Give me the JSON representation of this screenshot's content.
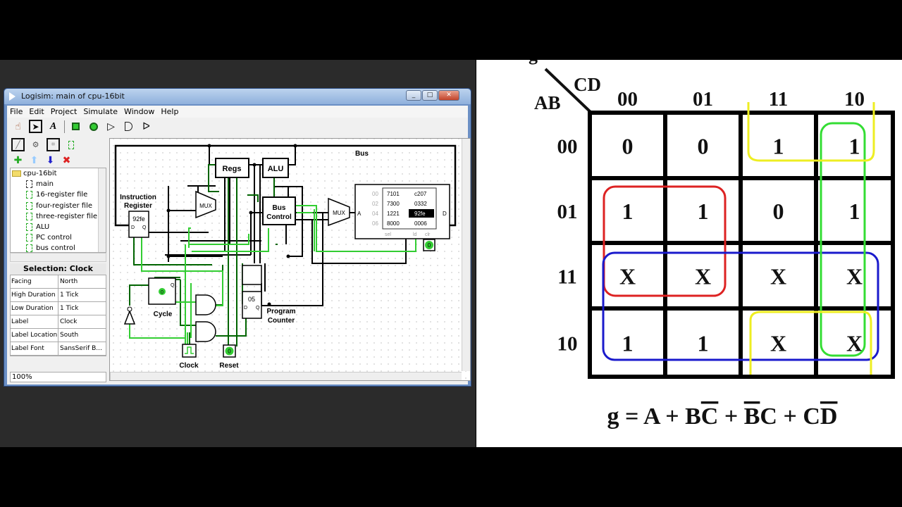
{
  "window": {
    "title": "Logisim: main of cpu-16bit",
    "controls": [
      "_",
      "□",
      "✕"
    ],
    "menu": [
      "File",
      "Edit",
      "Project",
      "Simulate",
      "Window",
      "Help"
    ]
  },
  "explorer": {
    "root": "cpu-16bit",
    "items": [
      "main",
      "16-register file",
      "four-register file",
      "three-register file",
      "ALU",
      "PC control",
      "bus control"
    ]
  },
  "selection": {
    "header": "Selection: Clock",
    "attributes": [
      {
        "key": "Facing",
        "value": "North"
      },
      {
        "key": "High Duration",
        "value": "1 Tick"
      },
      {
        "key": "Low Duration",
        "value": "1 Tick"
      },
      {
        "key": "Label",
        "value": "Clock"
      },
      {
        "key": "Label Location",
        "value": "South"
      },
      {
        "key": "Label Font",
        "value": "SansSerif B..."
      }
    ]
  },
  "zoom": "100%",
  "circuit": {
    "bus_label": "Bus",
    "regs": "Regs",
    "alu": "ALU",
    "mux": "MUX",
    "bus_control": [
      "Bus",
      "Control"
    ],
    "instruction_register": [
      "Instruction",
      "Register"
    ],
    "ir_value": "92fe",
    "cycle_label": "Cycle",
    "cycle_value": "0",
    "pc_label": [
      "Program",
      "Counter"
    ],
    "pc_value": "05",
    "clock_label": "Clock",
    "reset_label": "Reset",
    "reset_value": "0",
    "clr_value": "0",
    "ram": {
      "addresses": [
        "00",
        "02",
        "04",
        "06"
      ],
      "values": [
        [
          "7101",
          "c207"
        ],
        [
          "7300",
          "0332"
        ],
        [
          "1221",
          "92fe"
        ],
        [
          "8000",
          "0006"
        ]
      ],
      "highlighted": "92fe",
      "pins": {
        "a": "A",
        "d": "D",
        "sel": "sel",
        "ld": "ld",
        "clr": "clr"
      }
    },
    "wire_colors": {
      "low": "#006400",
      "high": "#32cd32",
      "bus": "#000000"
    }
  },
  "kmap": {
    "output": "g",
    "row_var": "AB",
    "col_var": "CD",
    "col_labels": [
      "00",
      "01",
      "11",
      "10"
    ],
    "row_labels": [
      "00",
      "01",
      "11",
      "10"
    ],
    "cells": [
      [
        "0",
        "0",
        "1",
        "1"
      ],
      [
        "1",
        "1",
        "0",
        "1"
      ],
      [
        "X",
        "X",
        "X",
        "X"
      ],
      [
        "1",
        "1",
        "X",
        "X"
      ]
    ],
    "equation": [
      {
        "text": "g = A + B",
        "bar": false
      },
      {
        "text": "C",
        "bar": true
      },
      {
        "text": " + ",
        "bar": false
      },
      {
        "text": "B",
        "bar": true
      },
      {
        "text": "C + C",
        "bar": false
      },
      {
        "text": "D",
        "bar": true
      }
    ],
    "group_colors": {
      "red": "#dd2222",
      "blue": "#1a1acc",
      "green": "#33dd33",
      "yellow": "#eeee22"
    }
  }
}
